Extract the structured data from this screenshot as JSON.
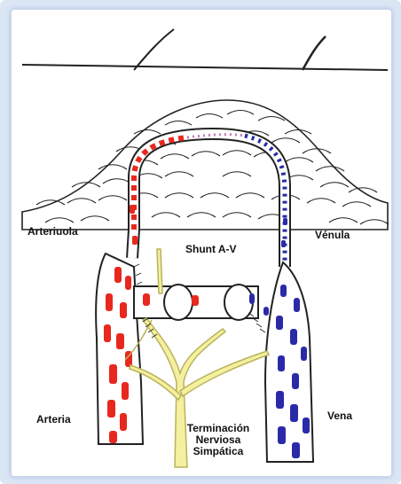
{
  "labels": {
    "arteriola": "Arteriuola",
    "venula": "Vénula",
    "shunt": "Shunt A-V",
    "arteria": "Arteria",
    "vena": "Vena",
    "terminacion_1": "Terminación",
    "terminacion_2": "Nerviosa",
    "terminacion_3": "Simpática"
  },
  "colors": {
    "artery": "#e8281e",
    "vein": "#2a2aa8",
    "nerve": "#f4f0a0",
    "frame": "#dbe6f5"
  }
}
